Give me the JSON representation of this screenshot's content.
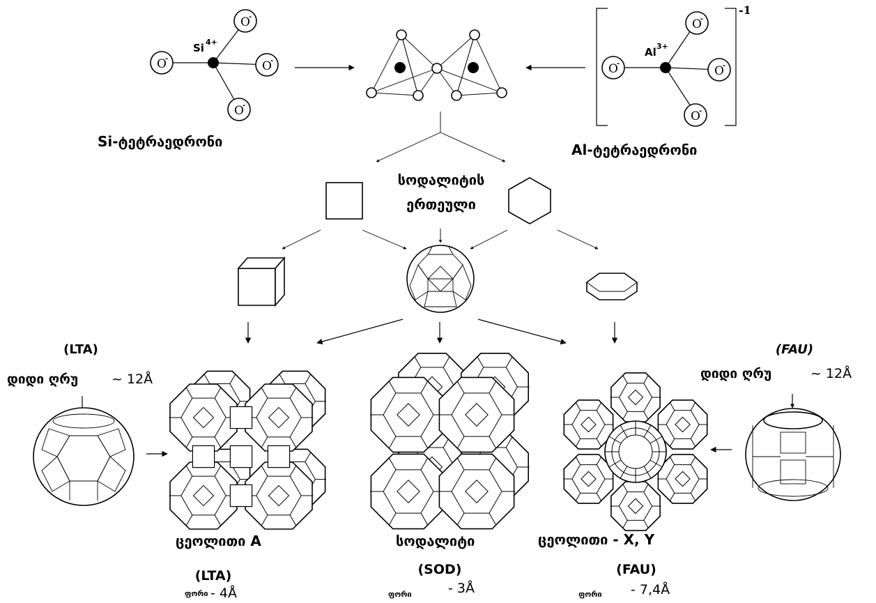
{
  "tetrahedra": {
    "si_label": "Si-ტეტრაედრონი",
    "al_label": "Al-ტეტრაედრონი",
    "si_ion": "Si",
    "si_charge": "4+",
    "al_ion": "Al",
    "al_charge": "3+",
    "oxygen": "O",
    "oxygen_charge": "-",
    "bracket_charge": "-1"
  },
  "sodalite_unit": {
    "line1": "სოდალიტის",
    "line2": "ერთეული"
  },
  "left_cage": {
    "code": "(LTA)",
    "cavity_label": "დიდი ღრუ",
    "cavity_size": "~ 12Å"
  },
  "right_cage": {
    "code": "(FAU)",
    "cavity_label": "დიდი ღრუ",
    "cavity_size": "~ 12Å"
  },
  "frameworks": [
    {
      "name": "ცეოლითი A",
      "code": "(LTA)",
      "pore_label": "ფორი",
      "pore_size": "- 4Å"
    },
    {
      "name": "სოდალიტი",
      "code": "(SOD)",
      "pore_label": "ფორი",
      "pore_size": "- 3Å"
    },
    {
      "name": "ცეოლითი - X, Y",
      "code": "(FAU)",
      "pore_label": "ფორი",
      "pore_size": "- 7,4Å"
    }
  ],
  "colors": {
    "ink": "#000000",
    "background": "#ffffff"
  }
}
